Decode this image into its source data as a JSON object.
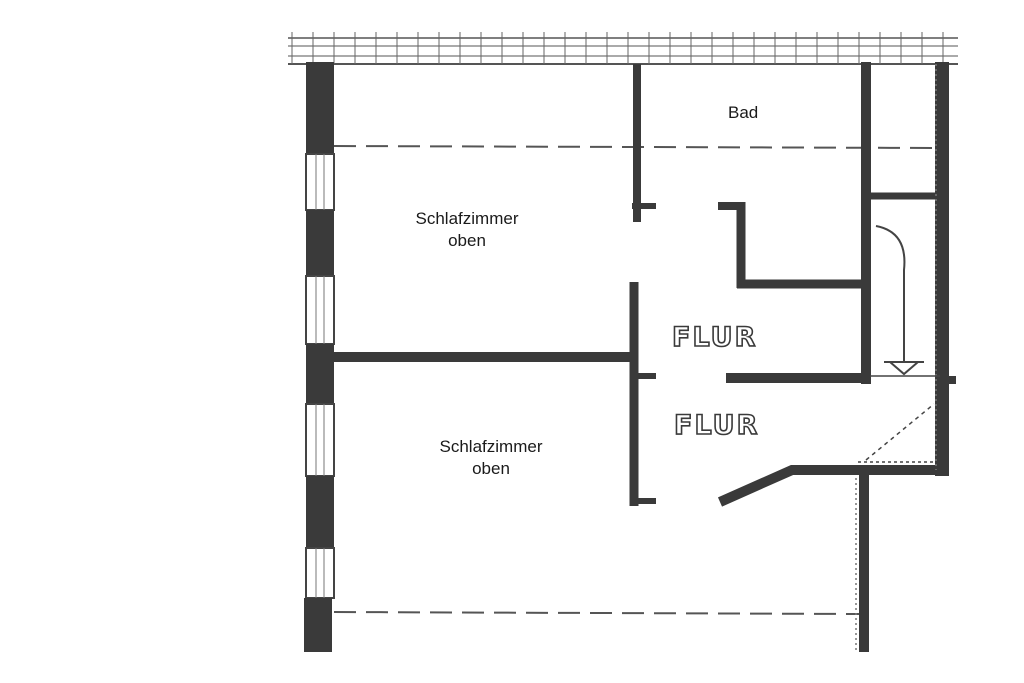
{
  "rooms": {
    "bad": {
      "label": "Bad"
    },
    "schlafzimmer_top": {
      "line1": "Schlafzimmer",
      "line2": "oben"
    },
    "schlafzimmer_bottom": {
      "line1": "Schlafzimmer",
      "line2": "oben"
    },
    "flur_upper": {
      "label": "FLUR"
    },
    "flur_lower": {
      "label": "FLUR"
    }
  },
  "colors": {
    "wall": "#3a3a3a",
    "dashed": "#555555",
    "background": "#ffffff"
  }
}
